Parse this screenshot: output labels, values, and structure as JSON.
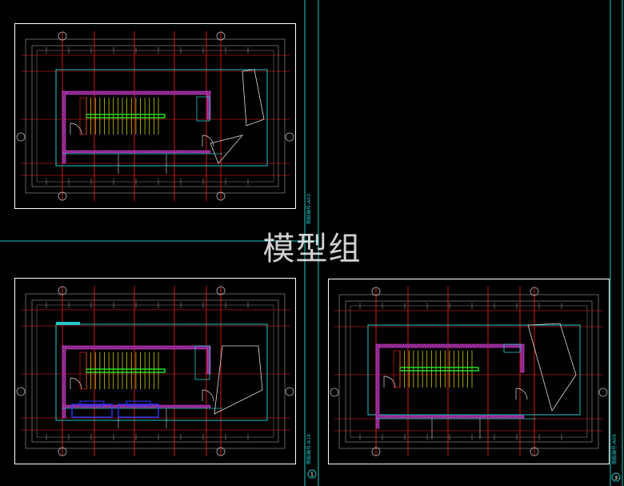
{
  "watermark": "模型组",
  "sheet_labels": [
    {
      "id": "strip-1",
      "text": "图纸编号-A03"
    },
    {
      "id": "strip-2",
      "text": "图纸编号-A19"
    },
    {
      "id": "strip-3",
      "text": "图纸编号-A09"
    }
  ],
  "sheet_numbers": [
    "1",
    "3"
  ],
  "colors": {
    "background": "#000000",
    "sheet_border": "#ffffff",
    "frame": "#8a8a8a",
    "cyan": "#22c7c7",
    "axis": "#ff2020",
    "wall_hatch": "#e040e0",
    "stair": "#e6e600",
    "stair_rail": "#22ee22",
    "equipment": "#2a3aff",
    "dim": "#b0b0b0"
  },
  "plans": [
    {
      "name": "plan-top-left",
      "variant": "a"
    },
    {
      "name": "plan-bottom-left",
      "variant": "b"
    },
    {
      "name": "plan-bottom-right",
      "variant": "c"
    }
  ]
}
